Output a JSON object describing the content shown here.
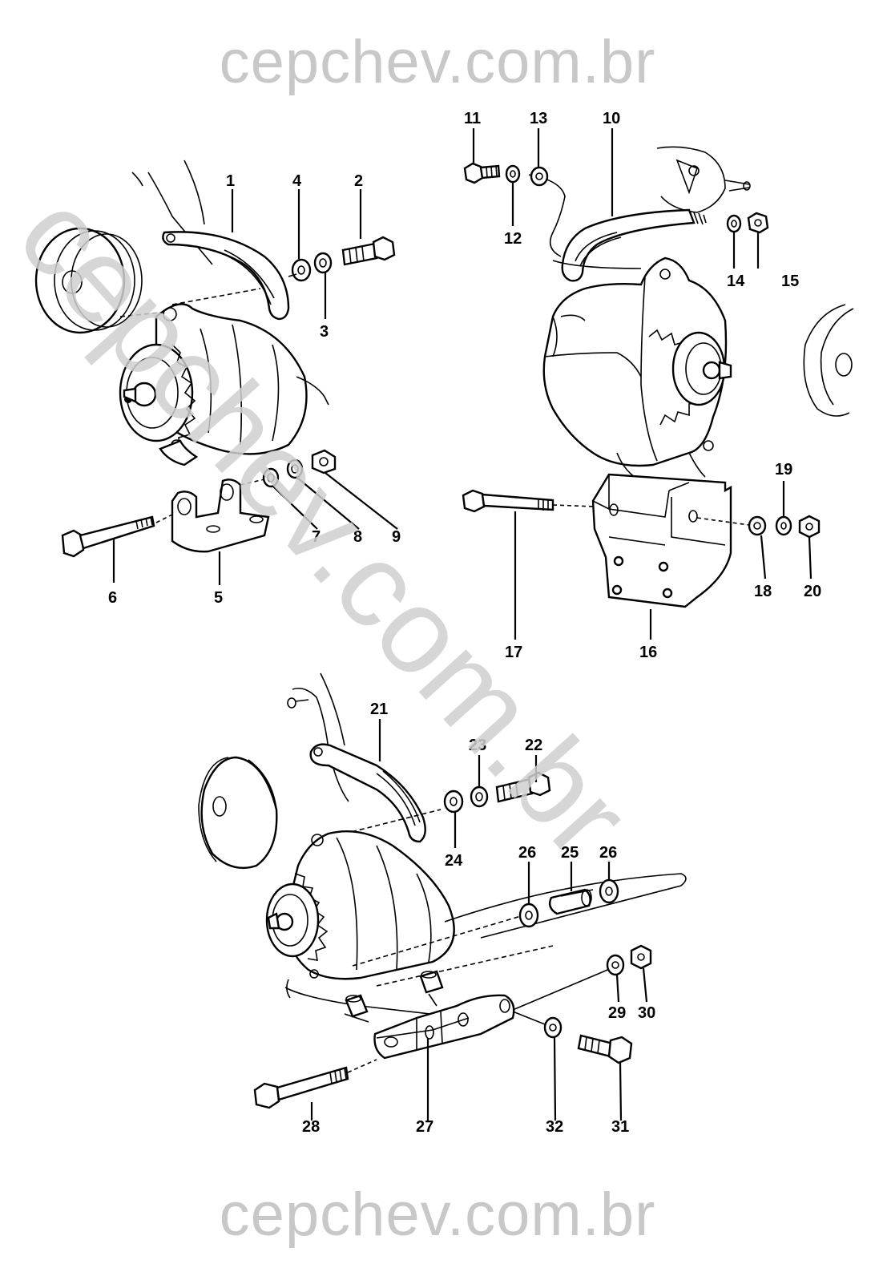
{
  "watermark": {
    "top": "cepchev.com.br",
    "diagonal": "cepchev.com.br",
    "bottom": "cepchev.com.br"
  },
  "callouts": {
    "c1": "1",
    "c2": "2",
    "c3": "3",
    "c4": "4",
    "c5": "5",
    "c6": "6",
    "c7": "7",
    "c8": "8",
    "c9": "9",
    "c10": "10",
    "c11": "11",
    "c12": "12",
    "c13": "13",
    "c14": "14",
    "c15": "15",
    "c16": "16",
    "c17": "17",
    "c18": "18",
    "c19": "19",
    "c20": "20",
    "c21": "21",
    "c22": "22",
    "c23": "23",
    "c24": "24",
    "c25": "25",
    "c26a": "26",
    "c26b": "26",
    "c27": "27",
    "c28": "28",
    "c29": "29",
    "c30": "30",
    "c31": "31",
    "c32": "32"
  }
}
